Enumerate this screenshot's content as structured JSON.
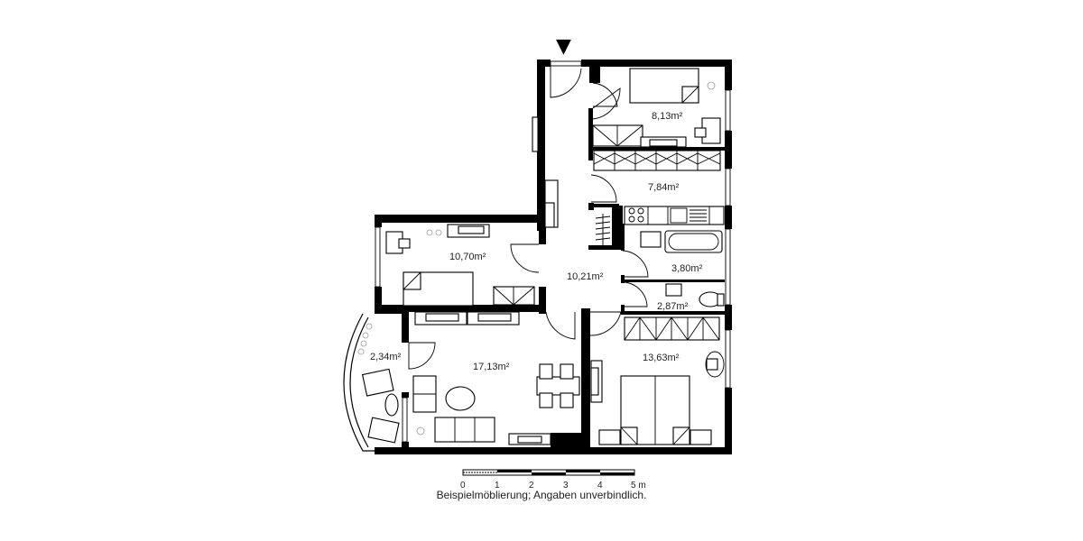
{
  "plan": {
    "entrance_marker": "▼",
    "rooms": [
      {
        "id": "bedroom-small",
        "area": "8,13m²"
      },
      {
        "id": "kitchen",
        "area": "7,84m²"
      },
      {
        "id": "bathroom",
        "area": "3,80m²"
      },
      {
        "id": "wc",
        "area": "2,87m²"
      },
      {
        "id": "hallway",
        "area": "10,21m²"
      },
      {
        "id": "child-room",
        "area": "10,70m²"
      },
      {
        "id": "living-room",
        "area": "17,13m²"
      },
      {
        "id": "balcony",
        "area": "2,34m²"
      },
      {
        "id": "master-bedroom",
        "area": "13,63m²"
      }
    ]
  },
  "scale_bar": {
    "ticks": [
      "0",
      "1",
      "2",
      "3",
      "4",
      "5 m"
    ]
  },
  "footnote": "Beispielmöblierung; Angaben unverbindlich.",
  "colors": {
    "wall": "#000000",
    "background": "#ffffff",
    "plant": "#999999"
  }
}
